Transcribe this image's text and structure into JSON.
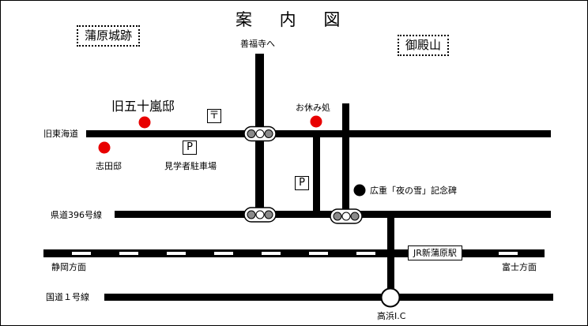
{
  "map": {
    "title": "案 内 図",
    "areas": {
      "kambara_castle": "蒲原城跡",
      "gotenyama": "御殿山"
    },
    "roads": {
      "kyu_tokaido": "旧東海道",
      "prefectural_396": "県道396号線",
      "national_1": "国道１号線",
      "to_zenpukuji": "善福寺へ"
    },
    "railway": {
      "station": "JR新蒲原駅",
      "to_shizuoka": "静岡方面",
      "to_fuji": "富士方面"
    },
    "landmarks": {
      "igarashi": "旧五十嵐邸",
      "shida": "志田邸",
      "rest_area": "お休み処",
      "parking_visitors": "見学者駐車場",
      "hiroshige_monument": "広重「夜の雪」記念碑",
      "interchange": "高浜I.C"
    },
    "symbols": {
      "post_office": "〒",
      "parking": "P"
    },
    "colors": {
      "landmark_dot": "#e80000",
      "monument_dot": "#000000",
      "road": "#000000",
      "signal_lamp": "#8a8a8a"
    }
  }
}
